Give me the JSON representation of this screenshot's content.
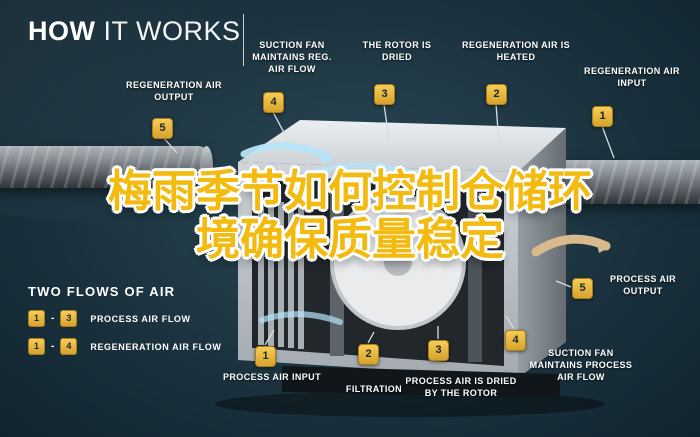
{
  "title": {
    "strong": "HOW",
    "light": " IT WORKS"
  },
  "headline": {
    "line1": "梅雨季节如何控制仓储环",
    "line2": "境确保质量稳定"
  },
  "top_callouts": [
    {
      "num": "5",
      "label": "REGENERATION AIR OUTPUT"
    },
    {
      "num": "4",
      "label": "SUCTION FAN MAINTAINS REG. AIR FLOW"
    },
    {
      "num": "3",
      "label": "THE ROTOR IS DRIED"
    },
    {
      "num": "2",
      "label": "REGENERATION AIR IS HEATED"
    },
    {
      "num": "1",
      "label": "REGENERATION AIR INPUT"
    }
  ],
  "bottom_callouts": [
    {
      "num": "1",
      "label": "PROCESS AIR INPUT"
    },
    {
      "num": "2",
      "label": "FILTRATION"
    },
    {
      "num": "3",
      "label": "PROCESS AIR IS DRIED BY THE ROTOR"
    },
    {
      "num": "4",
      "label": "SUCTION FAN MAINTAINS PROCESS AIR FLOW"
    },
    {
      "num": "5",
      "label": "PROCESS AIR OUTPUT"
    }
  ],
  "legend": {
    "heading": "TWO FLOWS OF AIR",
    "separator": "-",
    "rows": [
      {
        "from": "1",
        "to": "3",
        "label": "PROCESS AIR FLOW"
      },
      {
        "from": "1",
        "to": "4",
        "label": "REGENERATION AIR FLOW"
      }
    ]
  },
  "colors": {
    "background": "#1c3440",
    "badge_gold": "#e9b83c",
    "headline_gold": "#f3ba10",
    "process_arrow_blue": "#b7e4f6",
    "regen_arrow_tan": "#d9ba8e"
  }
}
